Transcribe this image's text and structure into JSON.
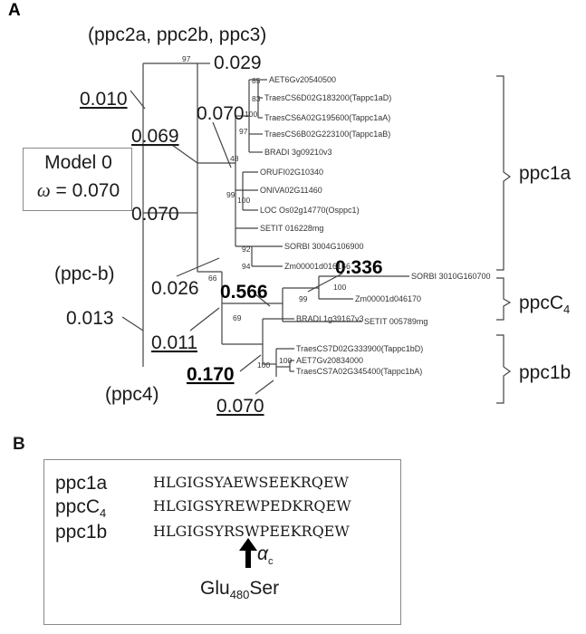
{
  "panel_a": {
    "label": "A",
    "top_group_label": "(ppc2a, ppc2b, ppc3)",
    "model_title": "Model 0",
    "model_omega_symbol": "ω",
    "model_omega_value": "= 0.070",
    "branch_values": {
      "b_029": "0.029",
      "b_010": "0.010",
      "b_069": "0.069",
      "b_070_top": "0.070",
      "b_070_mid": "0.070",
      "b_026": "0.026",
      "b_013": "0.013",
      "b_336": "0.336",
      "b_566": "0.566",
      "b_011": "0.011",
      "b_170": "0.170",
      "b_070_bottom": "0.070"
    },
    "node_labels": {
      "ppc_b": "(ppc-b)",
      "ppc4": "(ppc4)"
    },
    "bootstrap": {
      "n97_top": "97",
      "n85": "85",
      "n83": "83",
      "n100_a": "100",
      "n97_b": "97",
      "n48": "48",
      "n99": "99",
      "n100_b": "100",
      "n92": "92",
      "n94": "94",
      "n66": "66",
      "n100_c": "100",
      "n99_b": "99",
      "n69": "69",
      "n100_d": "100",
      "n100_e": "100"
    },
    "leaves": [
      "AET6Gv20540500",
      "TraesCS6D02G183200(Tappc1aD)",
      "TraesCS6A02G195600(Tappc1aA)",
      "TraesCS6B02G223100(Tappc1aB)",
      "BRADI 3g09210v3",
      "ORUFI02G10340",
      "ONIVA02G11460",
      "LOC Os02g14770(Osppc1)",
      "SETIT 016228mg",
      "SORBI 3004G106900",
      "Zm00001d016166",
      "SORBI 3010G160700",
      "Zm00001d046170",
      "SETIT 005789mg",
      "BRADI 1g39167v3",
      "TraesCS7D02G333900(Tappc1bD)",
      "AET7Gv20834000",
      "TraesCS7A02G345400(Tappc1bA)"
    ],
    "groups": {
      "ppc1a": "ppc1a",
      "ppcc4_main": "ppcC",
      "ppcc4_sub": "4",
      "ppc1b": "ppc1b"
    }
  },
  "panel_b": {
    "label": "B",
    "rows": [
      {
        "name": "ppc1a",
        "name_sub": "",
        "sequence": "HLGIGSYAEWSEEKRQEW"
      },
      {
        "name": "ppcC",
        "name_sub": "4",
        "sequence": "HLGIGSYREWPEDKRQEW"
      },
      {
        "name": "ppc1b",
        "name_sub": "",
        "sequence": "HLGIGSYRSWPEEKRQEW"
      }
    ],
    "alpha_symbol": "α",
    "alpha_sub": "c",
    "mutation_pre": "Glu",
    "mutation_sub": "480",
    "mutation_post": "Ser"
  }
}
